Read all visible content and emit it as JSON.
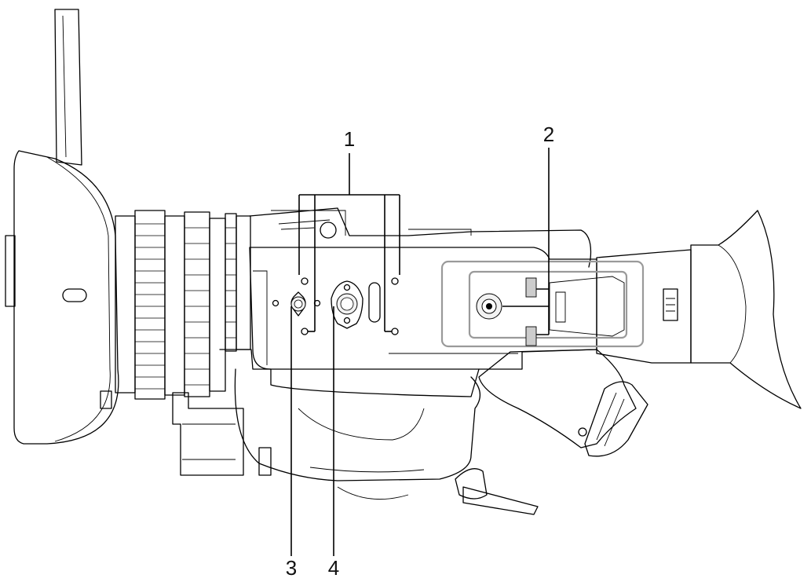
{
  "callouts": [
    {
      "id": "1",
      "label": "1"
    },
    {
      "id": "2",
      "label": "2"
    },
    {
      "id": "3",
      "label": "3"
    },
    {
      "id": "4",
      "label": "4"
    }
  ],
  "colors": {
    "line": "#000000",
    "highlight": "#9a9a9a",
    "callout_fill": "#cccccc",
    "background": "#ffffff"
  }
}
